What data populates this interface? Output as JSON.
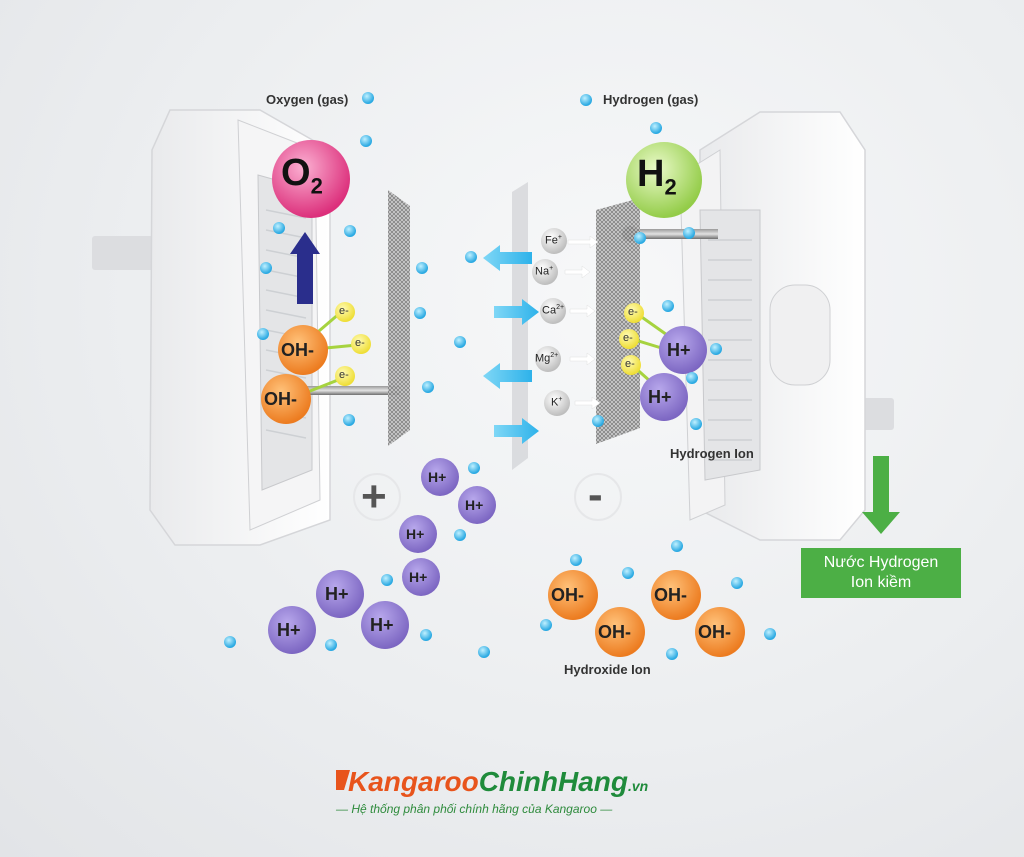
{
  "labels": {
    "oxygen_gas": "Oxygen (gas)",
    "hydrogen_gas": "Hydrogen (gas)",
    "hydrogen_ion": "Hydrogen Ion",
    "hydroxide_ion": "Hydroxide Ion"
  },
  "molecules": {
    "o2": "O",
    "o2_sub": "2",
    "h2": "H",
    "h2_sub": "2"
  },
  "ions": {
    "oh": "OH-",
    "h": "H+",
    "electron": "e-"
  },
  "minerals": [
    {
      "name": "Fe",
      "charge": "+"
    },
    {
      "name": "Na",
      "charge": "+"
    },
    {
      "name": "Ca",
      "charge": "2+"
    },
    {
      "name": "Mg",
      "charge": "2+"
    },
    {
      "name": "K",
      "charge": "+"
    }
  ],
  "electrodes": {
    "plus": "+",
    "minus": "-"
  },
  "output_box": {
    "line1": "Nước Hydrogen",
    "line2": "Ion kiềm"
  },
  "brand": {
    "part1": "Kangaroo",
    "part2": "ChinhHang",
    "part3": ".vn",
    "tagline": "— Hệ thống phân phối chính hãng của Kangaroo —"
  },
  "colors": {
    "oxygen": "#e0357e",
    "hydrogen": "#9ed15e",
    "hydroxide_ion": "#f08a28",
    "hydrogen_ion": "#8b76c9",
    "electron": "#f2e94a",
    "water_droplet": "#38b7ea",
    "arrow_blue": "#2a2e8c",
    "arrow_cyan": "#4cc3ef",
    "output_green": "#4caf45"
  }
}
